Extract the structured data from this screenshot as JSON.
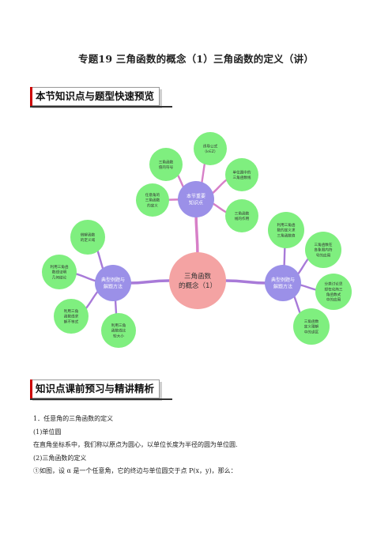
{
  "doc": {
    "title": "专题19 三角函数的概念（1）三角函数的定义（讲）",
    "section1": "本节知识点与题型快速预览",
    "section2": "知识点课前预习与精讲精析"
  },
  "mindmap": {
    "center": [
      "三角函数",
      "的概念（1）"
    ],
    "top_hub": [
      "本节重要",
      "知识点"
    ],
    "left_hub": [
      "典型例题与",
      "解题方法"
    ],
    "right_hub": [
      "典型例题与",
      "解题方法"
    ],
    "top_leaves": [
      [
        "三角函数",
        "值的符号"
      ],
      [
        "诱导公式",
        "（k∈Z）"
      ],
      [
        "任意角的",
        "三角函数",
        "的定义"
      ],
      [
        "单位圆中的",
        "三角函数线"
      ],
      [
        "三角函数",
        "线的作用"
      ]
    ],
    "left_leaves": [
      [
        "借解函数",
        "的定义域"
      ],
      [
        "利用三角函",
        "数线证明",
        "几何结论"
      ],
      [
        "利用三角",
        "函数线求",
        "解不等式"
      ],
      [
        "利用三角",
        "函数线比",
        "较大小"
      ]
    ],
    "right_leaves": [
      [
        "利用三角函",
        "数的定义求",
        "三角函数值"
      ],
      [
        "三角函数在",
        "各象限内符",
        "号的应用"
      ],
      [
        "分类讨论思",
        "想在化简三",
        "角函数式",
        "中的应用"
      ],
      [
        "三角函数",
        "定义理解",
        "中的误区"
      ]
    ]
  },
  "content": {
    "item1": "1．任意角的三角函数的定义",
    "sub1": "(1)单位圆",
    "sub1_text": "在直角坐标系中，我们称以原点为圆心，以单位长度为半径的圆为单位圆.",
    "sub2": "(2)三角函数的定义",
    "sub2_text": "①如图，设 α 是一个任意角，它的终边与单位圆交于点 P(x，y)，那么："
  },
  "colors": {
    "center": "#f4a3a3",
    "hub": "#9b90e8",
    "leaf": "#7fef7f",
    "top_line": "#d77fc7",
    "left_line": "#a87ad8",
    "right_line": "#a87ad8",
    "accent": "#cc0000"
  }
}
